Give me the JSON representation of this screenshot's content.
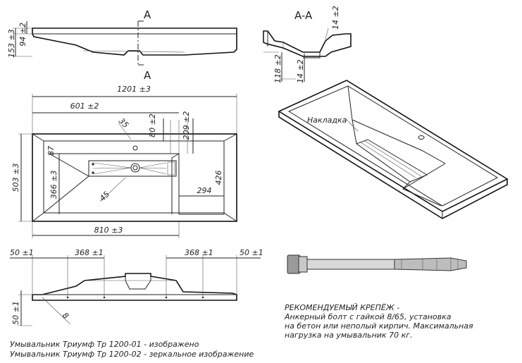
{
  "section": {
    "cut_top": "A",
    "cut_bottom": "A",
    "title": "A-A"
  },
  "dims": {
    "side_h1": "94 ±2",
    "side_h2": "153 ±3",
    "sec_h1": "118 ±2",
    "sec_h2": "14 ±2",
    "sec_h3": "14 ±2",
    "total_w": "1201 ±3",
    "w601": "601 ±2",
    "d35": "35",
    "d80": "80 ±2",
    "d209": "209 ±2",
    "h503": "503 ±3",
    "h87": "87",
    "h366": "366 ±3",
    "d45": "45",
    "w294": "294",
    "h426": "426",
    "w810": "810 ±3",
    "f50a": "50 ±1",
    "f368a": "368 ±1",
    "f368b": "368 ±1",
    "f50b": "50 ±1",
    "f50v": "50 ±1",
    "f8": "8"
  },
  "iso_label": "Накладка",
  "fastener": {
    "line1": "РЕКОМЕНДУЕМЫЙ КРЕПЁЖ -",
    "line2": "Анкерный болт с гайкой 8/65, установка",
    "line3": "на бетон или неполый кирпич. Максимальная",
    "line4": "нагрузка на умывальник 70 кг."
  },
  "captions": {
    "line1": "Умывальник Триумф Тр 1200-01 - изображено",
    "line2": "Умывальник Триумф Тр 1200-02 - зеркальное изображение"
  }
}
